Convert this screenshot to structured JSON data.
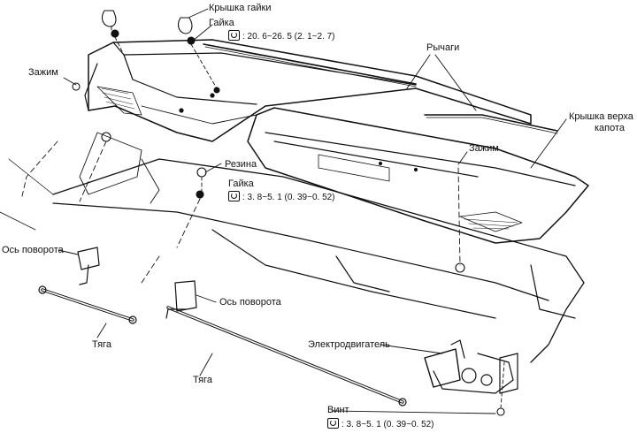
{
  "labels": {
    "nut_cap": "Крышка гайки",
    "nut_top": "Гайка",
    "nut_top_torque": ": 20. 6~26. 5 (2. 1~2. 7)",
    "arms": "Рычаги",
    "clip_left": "Зажим",
    "cowl_cover_line1": "Крышка верха",
    "cowl_cover_line2": "капота",
    "clip_right": "Зажим",
    "rubber": "Резина",
    "nut_mid": "Гайка",
    "nut_mid_torque": ": 3. 8~5. 1 (0. 39~0. 52)",
    "pivot_left": "Ось поворота",
    "pivot_right": "Ось поворота",
    "motor": "Электродвигатель",
    "link_left": "Тяга",
    "link_right": "Тяга",
    "bolt": "Винт",
    "bolt_torque": ": 3. 8~5. 1 (0. 39~0. 52)"
  },
  "colors": {
    "line": "#111111",
    "background": "#ffffff"
  },
  "icons": {
    "torque": "torque-wrench-icon"
  }
}
